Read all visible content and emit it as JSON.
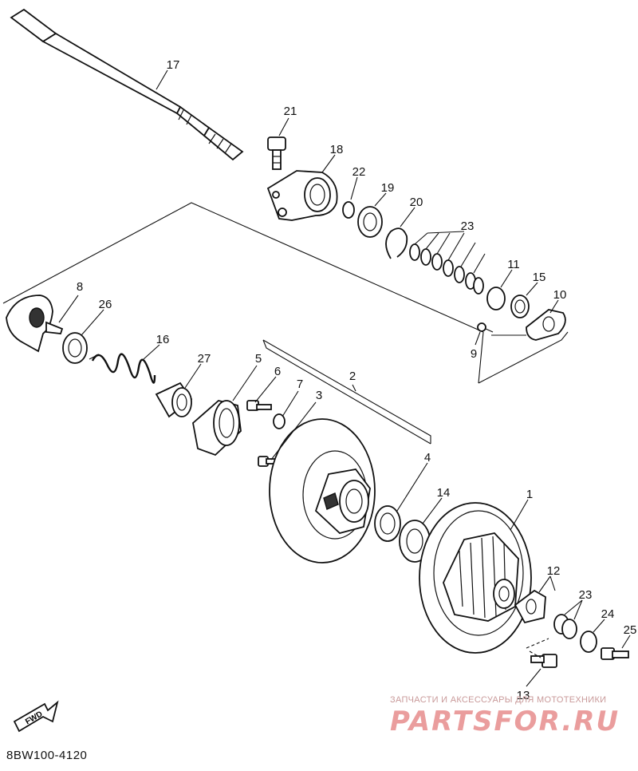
{
  "diagram": {
    "part_code": "8BW100-4120",
    "direction_label": "FWD",
    "callouts": {
      "c1": "1",
      "c2": "2",
      "c3": "3",
      "c4": "4",
      "c5": "5",
      "c6": "6",
      "c7": "7",
      "c8": "8",
      "c9": "9",
      "c10": "10",
      "c11": "11",
      "c12": "12",
      "c13": "13",
      "c14": "14",
      "c15": "15",
      "c16": "16",
      "c17": "17",
      "c18": "18",
      "c19": "19",
      "c20": "20",
      "c21": "21",
      "c22": "22",
      "c23a": "23",
      "c23b": "23",
      "c24": "24",
      "c25": "25",
      "c26": "26",
      "c27": "27"
    }
  },
  "watermark": {
    "tagline": "ЗАПЧАСТИ И АКСЕССУАРЫ ДЛЯ МОТОТЕХНИКИ",
    "logo": "PARTSFOR.RU",
    "color": "#ea9d9d"
  }
}
